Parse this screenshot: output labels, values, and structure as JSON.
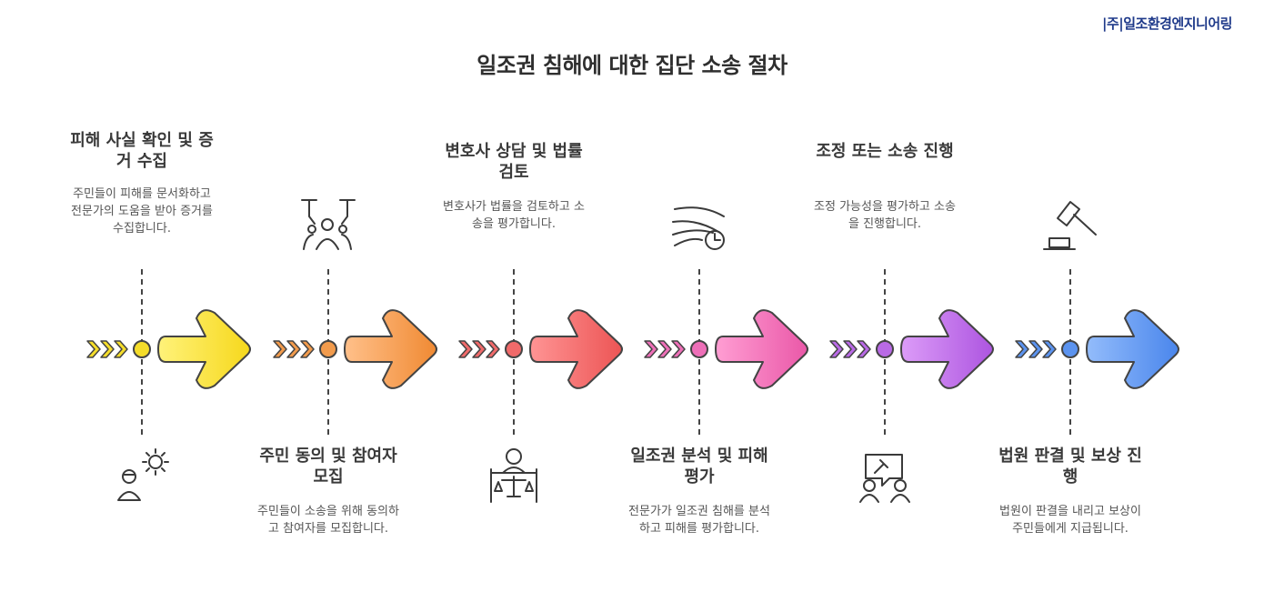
{
  "brand": {
    "logo_text": "|주|일조환경엔지니어링"
  },
  "diagram": {
    "title": "일조권 침해에 대한 집단 소송 절차",
    "stages": [
      {
        "title": "피해 사실 확인 및 증거 수집",
        "desc": "주민들이 피해를 문서화하고 전문가의 도움을 받아 증거를 수집합니다.",
        "color": "#f5dd2a",
        "icon": "person-sun-icon"
      },
      {
        "title": "주민 동의 및 참여자 모집",
        "desc": "주민들이 소송을 위해 동의하고 참여자를 모집합니다.",
        "color": "#f29b4c",
        "icon": "group-raising-hands-icon"
      },
      {
        "title": "변호사 상담 및 법률 검토",
        "desc": "변호사가 법률을 검토하고 소송을 평가합니다.",
        "color": "#f06a6a",
        "icon": "lawyer-scales-icon"
      },
      {
        "title": "일조권 분석 및 피해 평가",
        "desc": "전문가가 일조권 침해를 분석하고 피해를 평가합니다.",
        "color": "#ee6fb8",
        "icon": "sunlight-time-analysis-icon"
      },
      {
        "title": "조정 또는 소송 진행",
        "desc": "조정 가능성을 평가하고 소송을 진행합니다.",
        "color": "#b96ae6",
        "icon": "mediation-people-icon"
      },
      {
        "title": "법원 판결 및 보상 진행",
        "desc": "법원이 판결을 내리고 보상이 주민들에게 지급됩니다.",
        "color": "#5b93ef",
        "icon": "gavel-icon"
      }
    ]
  }
}
